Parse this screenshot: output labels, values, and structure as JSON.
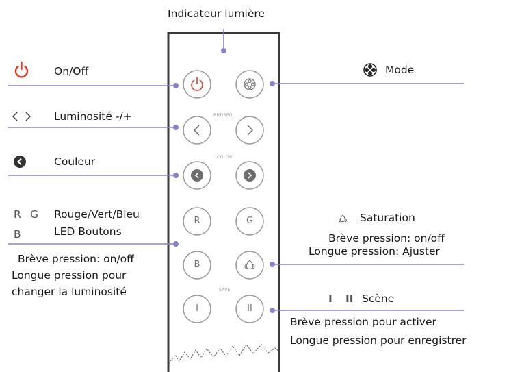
{
  "title": "Indicateur lumière",
  "remote": {
    "labels": {
      "brt": "BRT/SPD",
      "color": "COLOR",
      "save": "SAVE"
    },
    "buttons": {
      "r": "R",
      "g": "G",
      "b": "B",
      "scene1": "I",
      "scene2": "II"
    }
  },
  "callouts": {
    "onoff": {
      "icon": "power-icon",
      "label": "On/Off",
      "icon_color": "#e8392a"
    },
    "brightness": {
      "icon_left": "‹",
      "icon_right": "›",
      "label": "Luminosité -/+"
    },
    "color": {
      "icon": "chevron-left-circle-icon",
      "label": "Couleur"
    },
    "rgb": {
      "letter_r": "R",
      "letter_g": "G",
      "letter_b": "B",
      "line1": "Rouge/Vert/Bleu",
      "line2": "LED Boutons",
      "desc1": "Brève pression: on/off",
      "desc2": "Longue pression pour",
      "desc3": "changer la luminosité"
    },
    "mode": {
      "icon": "film-reel-icon",
      "label": "Mode"
    },
    "saturation": {
      "icon": "saturation-icon",
      "label": "Saturation",
      "desc1": "Brève pression: on/off",
      "desc2": "Longue pression: Ajuster"
    },
    "scene": {
      "icon1": "I",
      "icon2": "II",
      "label": "Scène",
      "desc1": "Brève pression pour activer",
      "desc2": "Longue pression pour enregistrer"
    }
  },
  "colors": {
    "leader": "#8a82c8",
    "dot": "#8a82c8",
    "power": "#e8392a",
    "remote_border": "#333333",
    "button_border": "#9a9a9a"
  }
}
